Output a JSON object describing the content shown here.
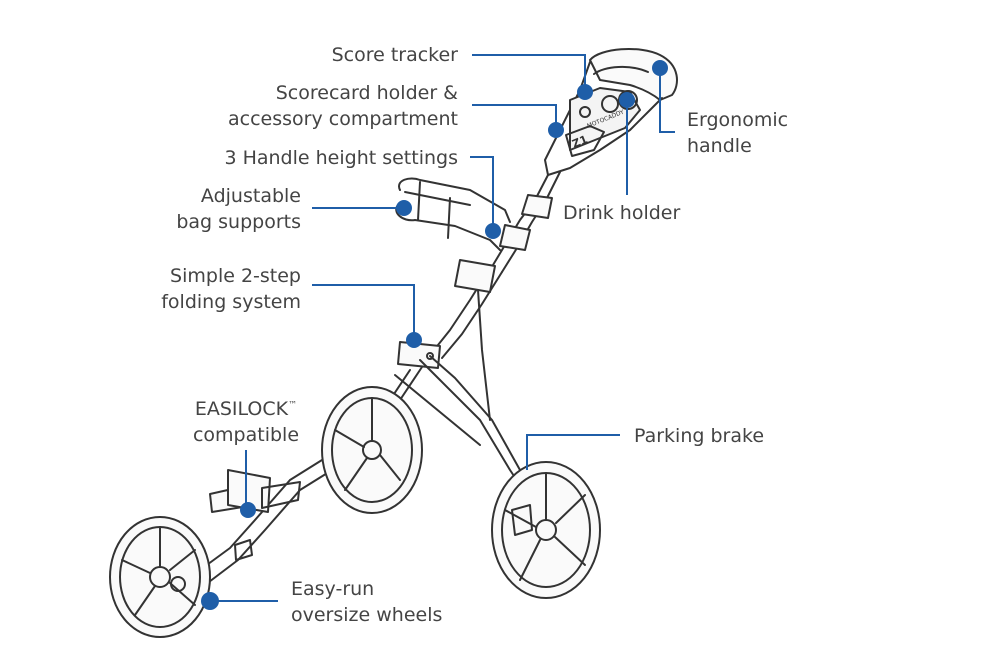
{
  "colors": {
    "accent": "#1f5ea8",
    "line": "#333333",
    "text": "#444444"
  },
  "product_mark": {
    "brand": "MOTOCADDY",
    "model": "Z1"
  },
  "labels": {
    "score_tracker": [
      "Score tracker"
    ],
    "scorecard_holder": [
      "Scorecard holder &",
      "accessory compartment"
    ],
    "handle_height": [
      "3 Handle height settings"
    ],
    "bag_supports": [
      "Adjustable",
      "bag supports"
    ],
    "folding_system": [
      "Simple 2-step",
      "folding system"
    ],
    "easilock": [
      "EASILOCK",
      "compatible"
    ],
    "easilock_tm": "™",
    "wheels": [
      "Easy-run",
      "oversize wheels"
    ],
    "ergonomic_handle": [
      "Ergonomic",
      "handle"
    ],
    "drink_holder": [
      "Drink holder"
    ],
    "parking_brake": [
      "Parking brake"
    ]
  }
}
